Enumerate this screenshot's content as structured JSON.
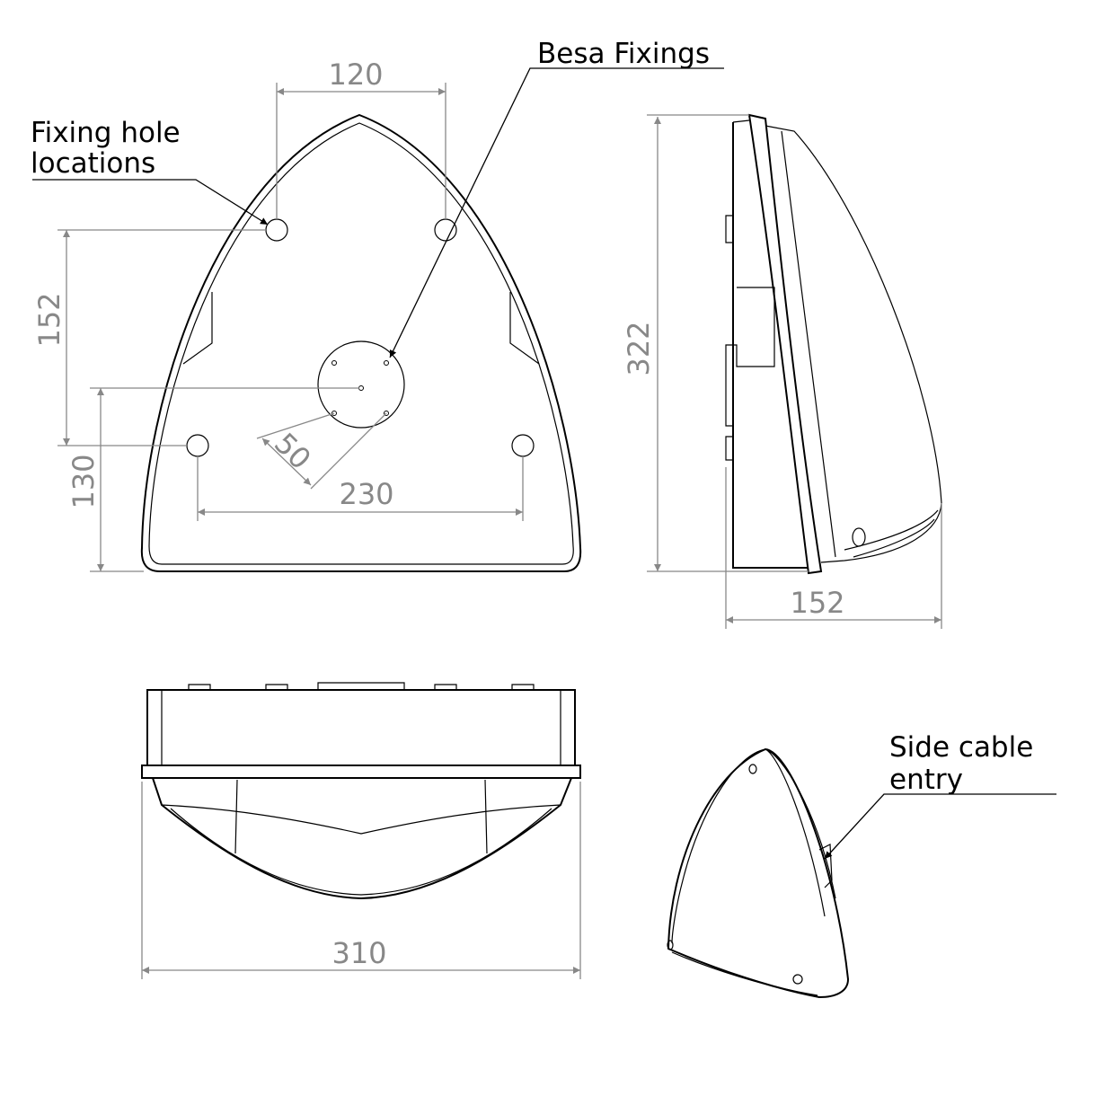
{
  "labels": {
    "besa_fixings": "Besa Fixings",
    "fixing_hole_line1": "Fixing hole",
    "fixing_hole_line2": "locations",
    "side_cable_line1": "Side cable",
    "side_cable_line2": "entry"
  },
  "dimensions": {
    "hole_spacing_top": "120",
    "hole_spacing_vertical": "152",
    "hole_to_base": "130",
    "besa_diameter": "50",
    "hole_spacing_bottom": "230",
    "height": "322",
    "depth": "152",
    "width": "310"
  },
  "colors": {
    "outline": "#000000",
    "dimension": "#888888"
  }
}
